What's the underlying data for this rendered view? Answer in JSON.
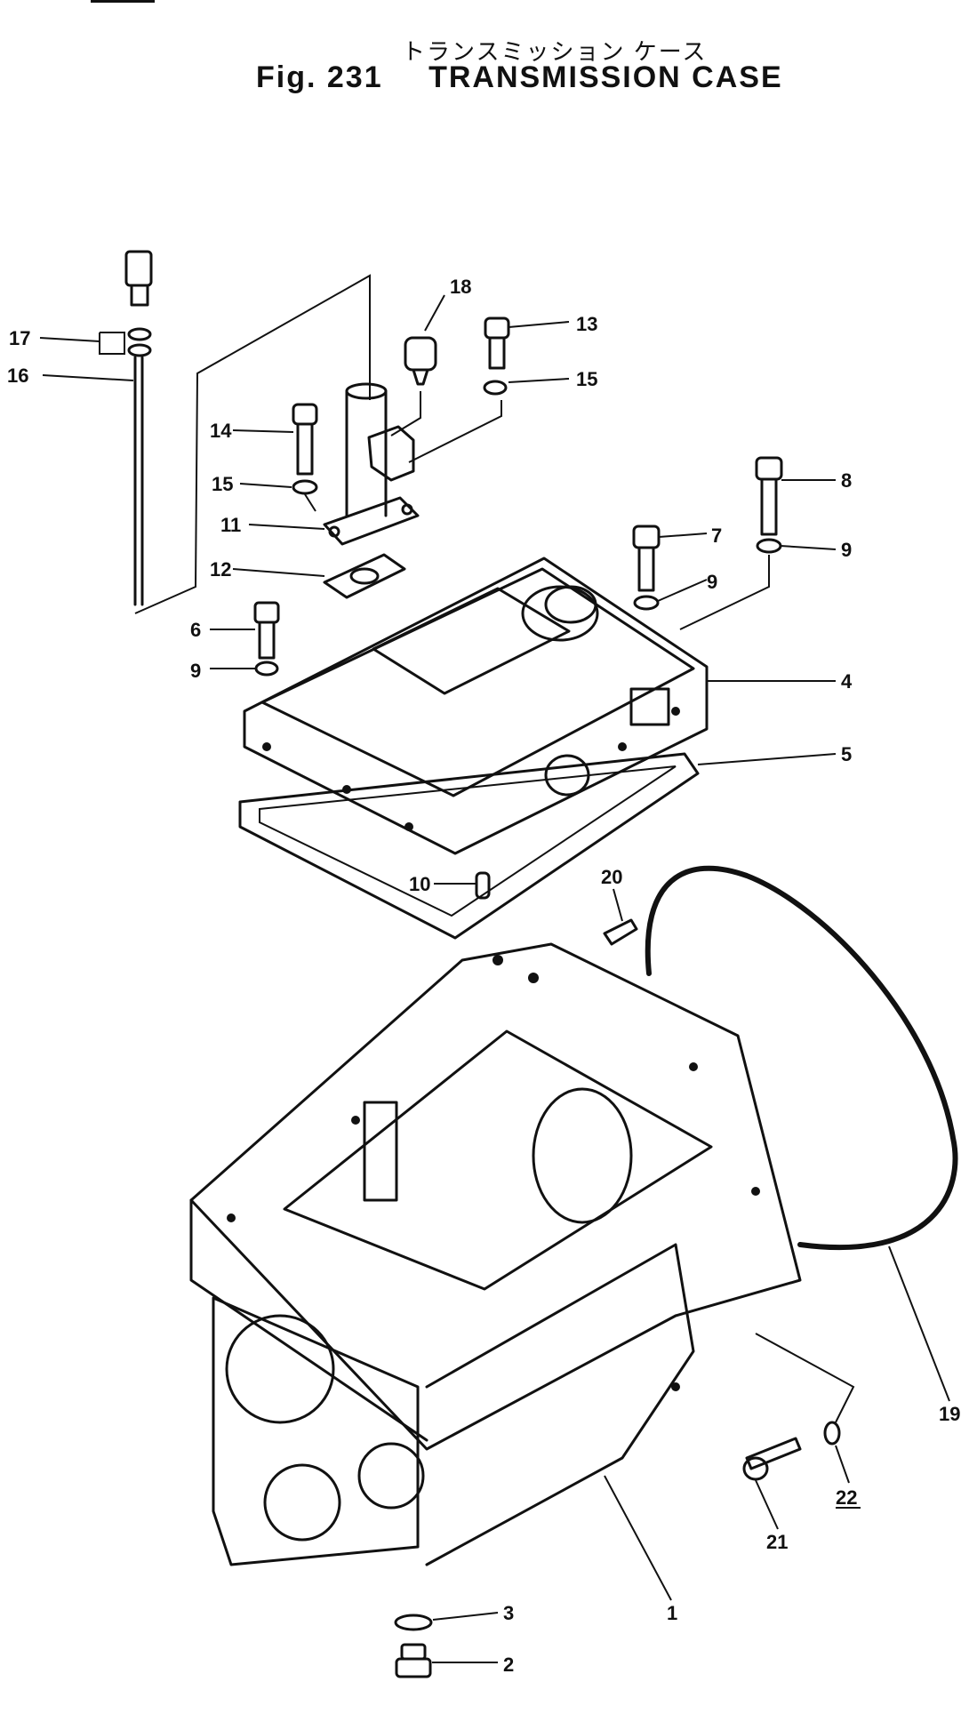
{
  "title": {
    "japanese": "トランスミッション ケース",
    "fig": "Fig. 231",
    "english": "TRANSMISSION CASE"
  },
  "callouts": {
    "c1": "1",
    "c2": "2",
    "c3": "3",
    "c4": "4",
    "c5": "5",
    "c6": "6",
    "c7": "7",
    "c8": "8",
    "c9a": "9",
    "c9b": "9",
    "c9c": "9",
    "c10": "10",
    "c11": "11",
    "c12": "12",
    "c13": "13",
    "c14": "14",
    "c15a": "15",
    "c15b": "15",
    "c16": "16",
    "c17": "17",
    "c18": "18",
    "c19": "19",
    "c20": "20",
    "c21": "21",
    "c22": "22"
  }
}
